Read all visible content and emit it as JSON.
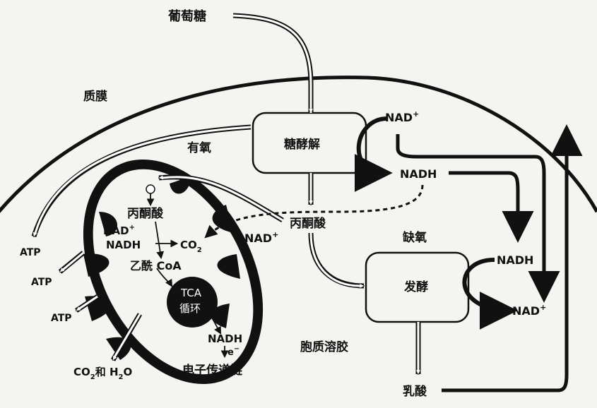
{
  "labels": {
    "glucose": "葡萄糖",
    "plasma_membrane": "质膜",
    "glycolysis": "糖酵解",
    "aerobic": "有氧",
    "anaerobic": "缺氧",
    "nad_plus_top": "NAD",
    "nadh_right_top": "NADH",
    "pyruvate_cytosol": "丙酮酸",
    "pyruvate_mito": "丙酮酸",
    "nad_plus_mito": "NAD",
    "nad_plus_mito2": "NAD",
    "nadh_mito": "NADH",
    "co2": "CO",
    "co2_sub": "2",
    "acetyl_coa": "乙酰 CoA",
    "tca_line1": "TCA",
    "tca_line2": "循环",
    "nadh_tca": "NADH",
    "electron": "e",
    "electron_sup": "−",
    "etc": "电子传递链",
    "co2_h2o": "CO",
    "co2_h2o_2": "2",
    "co2_h2o_and": "和 H",
    "co2_h2o_3": "2",
    "co2_h2o_o": "O",
    "atp1": "ATP",
    "atp2": "ATP",
    "atp3": "ATP",
    "cytosol": "胞质溶胶",
    "fermentation": "发酵",
    "nadh_ferm": "NADH",
    "nad_plus_ferm": "NAD",
    "lactate": "乳酸",
    "plus": "+"
  }
}
